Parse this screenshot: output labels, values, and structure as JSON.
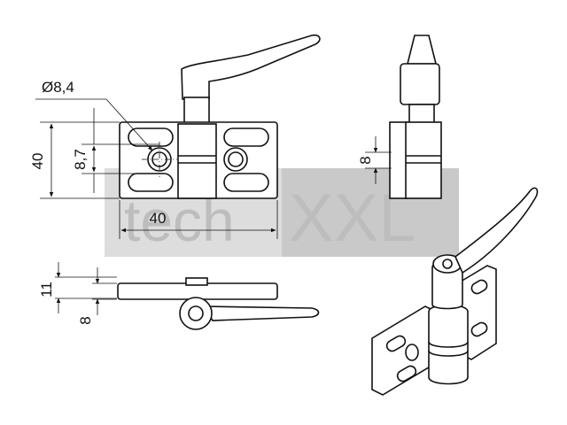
{
  "drawing": {
    "dimensions": {
      "top_view_hole_diameter": "Ø8,4",
      "top_view_height": "40",
      "top_view_hole_offset": "8,7",
      "top_view_width": "40",
      "side_view_height": "8",
      "front_view_thickness": "11",
      "front_view_offset": "8"
    },
    "watermark": {
      "prefix": "tech",
      "suffix": "XXL"
    }
  }
}
